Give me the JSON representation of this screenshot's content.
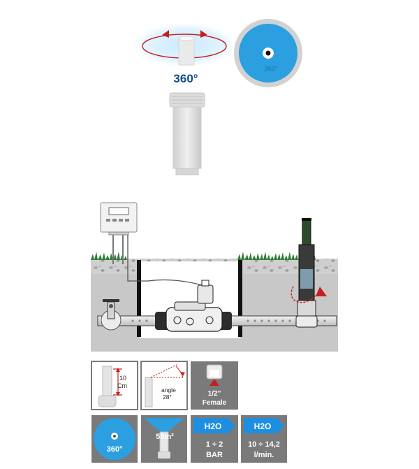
{
  "top": {
    "rotation_label": "360°",
    "nozzle_label": "360°"
  },
  "specs": {
    "pop_height": {
      "value": "10",
      "unit": "Cm"
    },
    "angle": {
      "label": "angle",
      "value": "28°"
    },
    "inlet": {
      "size": "1/2''",
      "type": "Female"
    },
    "pattern": {
      "label": "360°"
    },
    "coverage": {
      "label": "55m²"
    },
    "pressure": {
      "badge": "H2O",
      "value": "1 ÷ 2",
      "unit": "BAR"
    },
    "flow": {
      "badge": "H2O",
      "value": "10 ÷ 14,2",
      "unit": "l/min."
    }
  },
  "colors": {
    "nozzle_blue": "#2b9fe0",
    "badge_blue": "#1e8fe0",
    "title_blue": "#0f4c8a",
    "arrow_red": "#c61e1e",
    "panel_gray": "#7a7a7a",
    "soil": "#c8c8c8",
    "grass": "#2f7d32"
  }
}
